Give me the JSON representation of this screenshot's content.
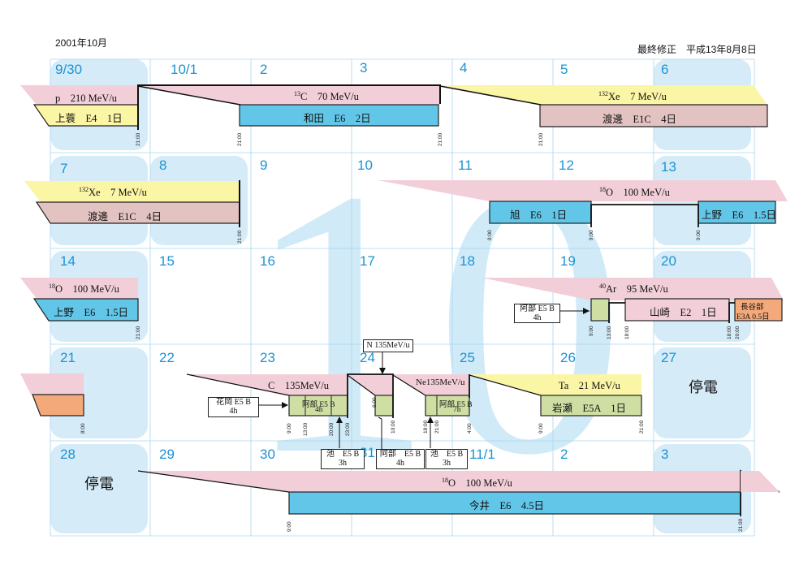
{
  "header": {
    "month_title": "2001年10月",
    "last_revised": "最終修正　平成13年8月8日"
  },
  "watermark": "10",
  "days": {
    "w1": [
      "9/30",
      "10/1",
      "2",
      "3",
      "4",
      "5",
      "6"
    ],
    "w2": [
      "7",
      "8",
      "9",
      "10",
      "11",
      "12",
      "13"
    ],
    "w3": [
      "14",
      "15",
      "16",
      "17",
      "18",
      "19",
      "20"
    ],
    "w4": [
      "21",
      "22",
      "23",
      "24",
      "25",
      "26",
      "27"
    ],
    "w5": [
      "28",
      "29",
      "30",
      "31",
      "11/1",
      "2",
      "3"
    ]
  },
  "beams": {
    "p210": "p　210 MeV/u",
    "c13_mass": "13",
    "c13": "C　70 MeV/u",
    "xe_mass": "132",
    "xe": "Xe　7 MeV/u",
    "o18_mass": "18",
    "o18": "O　100 MeV/u",
    "ar_mass": "40",
    "ar": "Ar　95 MeV/u",
    "c135": "C　135MeV/u",
    "ne135": "Ne135MeV/u",
    "ta": "Ta　21 MeV/u",
    "n135": "N 135MeV/u"
  },
  "experiments": {
    "uemino": "上蓑　E4　1日",
    "wada": "和田　E6　2日",
    "watanabe": "渡邊　E1C　4日",
    "asahi": "旭　E6　1日",
    "ueno": "上野　E6　1.5日",
    "yamazaki": "山崎　E2　1日",
    "hasebe_1": "長谷部",
    "hasebe_2": "E3A 0.5日",
    "abe_4h": "阿部 E5 B",
    "abe_4h_dur": "4h",
    "abe_7h": "阿部 E5 B",
    "abe_7h_dur": "7h",
    "iwase": "岩瀬　E5A　1日",
    "imai": "今井　E6　4.5日"
  },
  "notes": {
    "abe19_1": "阿部 E5 B",
    "abe19_2": "4h",
    "hanaoka_1": "花岡 E5 B",
    "hanaoka_2": "4h",
    "ike_a1": "池　E5 B",
    "ike_a2": "3h",
    "abe31_1": "阿部　E5 B",
    "abe31_2": "4h",
    "ike_b1": "池　E5 B",
    "ike_b2": "3h"
  },
  "outage_label": "停電",
  "times": {
    "r1_2100a": "21:00",
    "r1_2100b": "21:00",
    "r1_2100c": "21:00",
    "r1_2100d": "21:00",
    "r2_2100": "21:00",
    "r2_900a": "9:00",
    "r2_900b": "9:00",
    "r2_900c": "9:00",
    "r3_2100": "21:00",
    "r3_900": "9:00",
    "r3_1300": "13:00",
    "r3_1800a": "18:00",
    "r3_1800b": "18:00",
    "r3_2000": "20:00",
    "r4_800": "8:00",
    "r4_900a": "9:00",
    "r4_1300": "13:00",
    "r4_2000": "20:00",
    "r4_2300": "23:00",
    "r4_600": "6:00",
    "r4_1000": "10:00",
    "r4_1800": "18:00",
    "r4_2100": "21:00",
    "r4_400": "4:00",
    "r4_900b": "9:00",
    "r4_2100b": "21:00",
    "r5_900": "9:00",
    "r5_2100": "21:00"
  },
  "colors": {
    "beam_pink": "#f2cfd8",
    "expt_blue": "#62c6e8",
    "expt_yellow": "#fbf5a6",
    "expt_mauve": "#e3c2c2",
    "expt_green": "#cfdfa4",
    "expt_orange": "#f4a97a",
    "day_blue": "#1c93d4",
    "weekend_fill": "#d5ebf7"
  }
}
